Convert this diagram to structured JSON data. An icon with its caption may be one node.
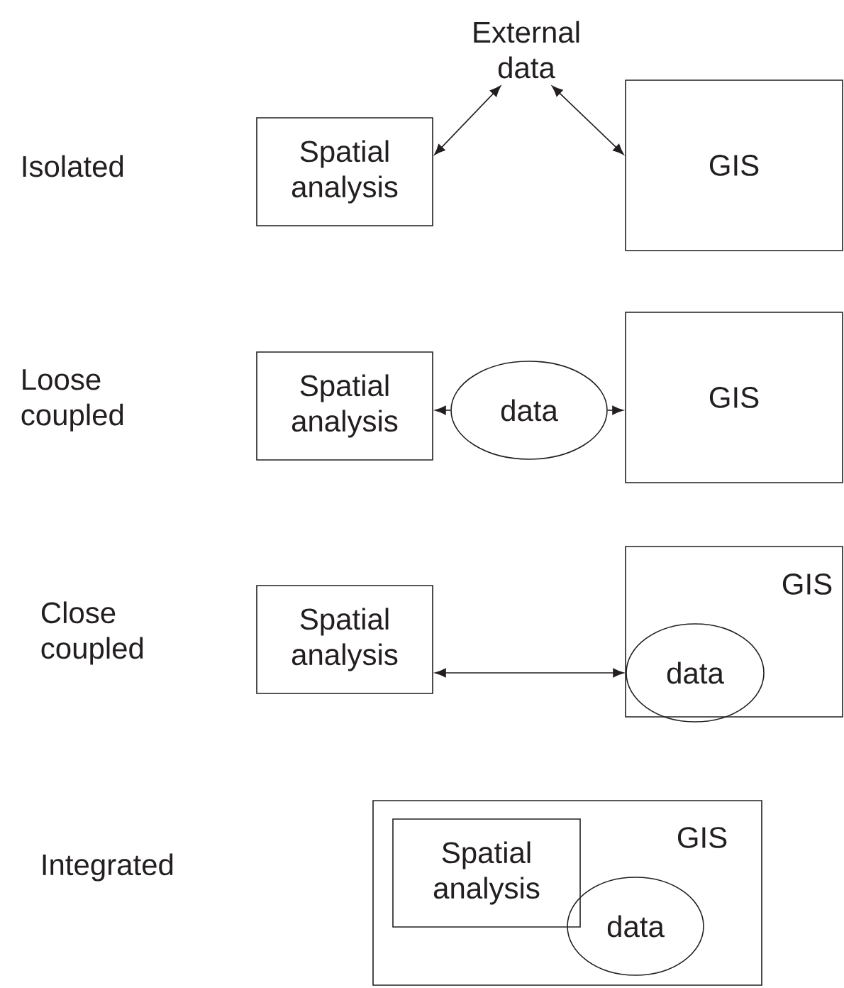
{
  "diagram": {
    "nodes": [
      {
        "text": [
          "Spatial analysis"
        ]
      },
      {
        "text": [
          "External data"
        ]
      },
      {
        "text": [
          "GIS"
        ]
      },
      {
        "text": [
          "Spatial analysis"
        ]
      },
      {
        "text": [
          "data"
        ]
      },
      {
        "text": [
          "GIS"
        ]
      },
      {
        "text": [
          "Spatial analysis"
        ]
      },
      {
        "text": [
          "GIS"
        ]
      },
      {
        "text": [
          "data"
        ],
        "in": 7
      },
      {
        "text": [
          "GIS"
        ]
      },
      {
        "text": [
          "Spatial analysis"
        ],
        "in": 9
      },
      {
        "text": [
          "data"
        ],
        "in": 9
      }
    ],
    "edges": [
      {
        "from": 0,
        "to": 1,
        "arrow": "both"
      },
      {
        "from": 1,
        "to": 2,
        "arrow": "both"
      },
      {
        "from": 4,
        "to": 3,
        "arrow": "to"
      },
      {
        "from": 4,
        "to": 5,
        "arrow": "to"
      },
      {
        "from": 6,
        "to": 8,
        "arrow": "both"
      }
    ],
    "labels": [
      "Isolated",
      "Loose coupled",
      "Close coupled",
      "Integrated"
    ]
  }
}
